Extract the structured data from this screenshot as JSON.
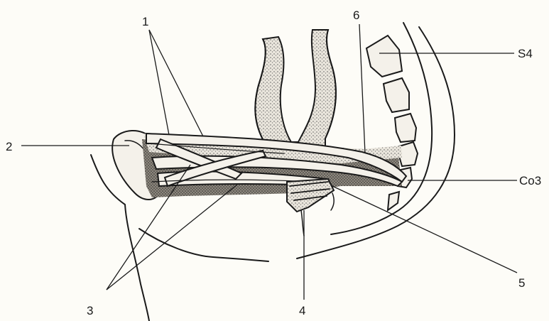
{
  "labels": {
    "l1": "1",
    "l2": "2",
    "l3": "3",
    "l4": "4",
    "l5": "5",
    "l6": "6",
    "s4": "S4",
    "co3": "Co3"
  }
}
